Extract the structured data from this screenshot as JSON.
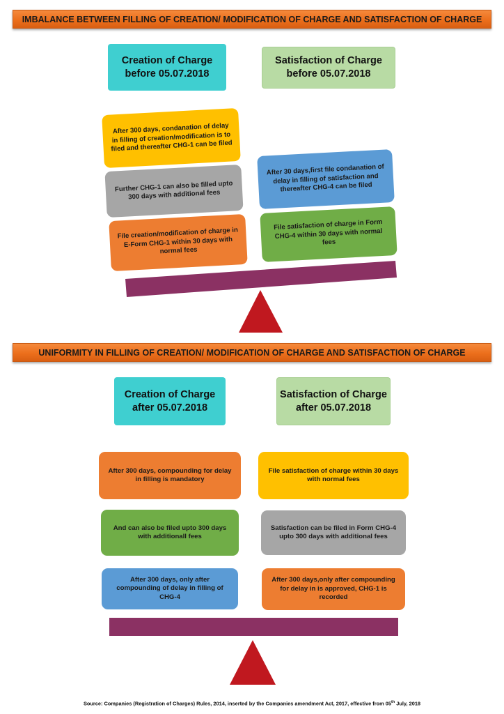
{
  "section1": {
    "banner": "IMBALANCE BETWEEN FILLING OF CREATION/ MODIFICATION OF CHARGE AND SATISFACTION OF CHARGE",
    "left_header": [
      "Creation of Charge",
      "before 05.07.2018"
    ],
    "right_header": [
      "Satisfaction of Charge",
      "before 05.07.2018"
    ],
    "left_cards": [
      "After 300 days, condanation of delay in filling of creation/modification is to filed and thereafter CHG-1 can be filed",
      "Further CHG-1 can also be filled upto 300 days with additional fees",
      "File creation/modification of charge in E-Form CHG-1 within 30 days with normal fees"
    ],
    "right_cards": [
      "After 30 days,first file condanation of delay in filling of satisfaction and thereafter CHG-4 can be filed",
      "File satisfaction of charge in Form CHG-4 within 30 days with normal fees"
    ]
  },
  "section2": {
    "banner": "UNIFORMITY IN FILLING OF CREATION/ MODIFICATION OF CHARGE AND SATISFACTION OF CHARGE",
    "left_header": [
      "Creation of Charge",
      "after 05.07.2018"
    ],
    "right_header": [
      "Satisfaction of Charge",
      "after 05.07.2018"
    ],
    "left_cards": [
      "After 300 days, compounding for delay in filling is mandatory",
      "And can also be filed upto 300 days with additionall fees",
      "After 300 days, only after compounding of delay in filling of CHG-4"
    ],
    "right_cards": [
      "File satisfaction of charge within 30 days with normal fees",
      "Satisfaction can be filed in Form CHG-4 upto 300 days with additional fees",
      "After 300 days,only after compounding for delay in is approved, CHG-1 is recorded"
    ]
  },
  "source": {
    "text_before": "Source: Companies (Registration of Charges) Rules, 2014, inserted by the Companies amendment Act, 2017, effective from 05",
    "sup": "th",
    "text_after": " July, 2018"
  },
  "colors": {
    "banner": "#ed7d31",
    "teal": "#3fcfd0",
    "light_green": "#b8dba4",
    "yellow": "#ffc000",
    "grey": "#a6a6a6",
    "orange": "#ed7d31",
    "blue": "#5b9bd5",
    "green": "#70ad47",
    "beam": "#8b3163",
    "fulcrum": "#c0181f"
  }
}
